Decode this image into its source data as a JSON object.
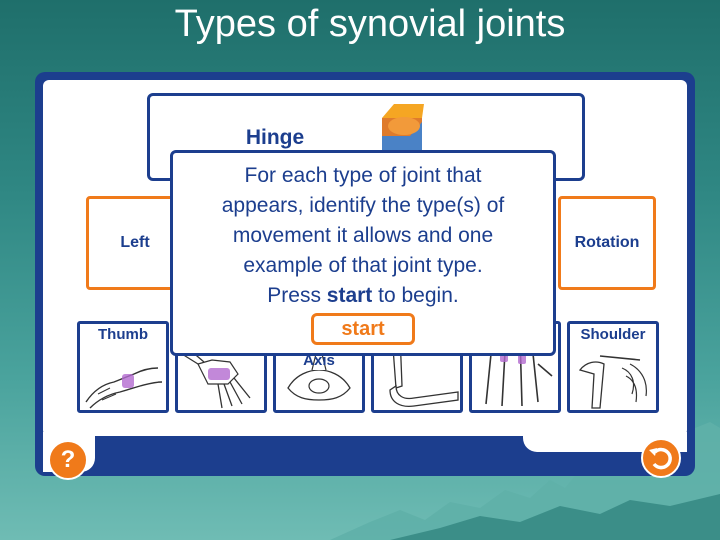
{
  "slide": {
    "title": "Types of synovial joints"
  },
  "game": {
    "joint_name": "Hinge",
    "movements": {
      "left": "Left",
      "right": "Rotation"
    },
    "examples": [
      {
        "label": "Thumb",
        "icon": "thumb-bone-icon"
      },
      {
        "label": "",
        "icon": "wrist-bone-icon"
      },
      {
        "label": "Axis",
        "icon": "axis-vertebra-icon"
      },
      {
        "label": "",
        "icon": "elbow-bone-icon"
      },
      {
        "label": "",
        "icon": "finger-bones-icon"
      },
      {
        "label": "Shoulder",
        "icon": "shoulder-bone-icon"
      }
    ],
    "dialog": {
      "line1": "For each type of joint that",
      "line2": "appears, identify the type(s) of",
      "line3": "movement it allows and one",
      "line4": "example of that joint type.",
      "line5_pre": "Press ",
      "line5_bold": "start",
      "line5_post": " to begin.",
      "start_label": "start"
    },
    "help_label": "?",
    "colors": {
      "navy": "#1c3e8e",
      "orange": "#f07a1a",
      "highlight": "#b36ad0"
    }
  }
}
